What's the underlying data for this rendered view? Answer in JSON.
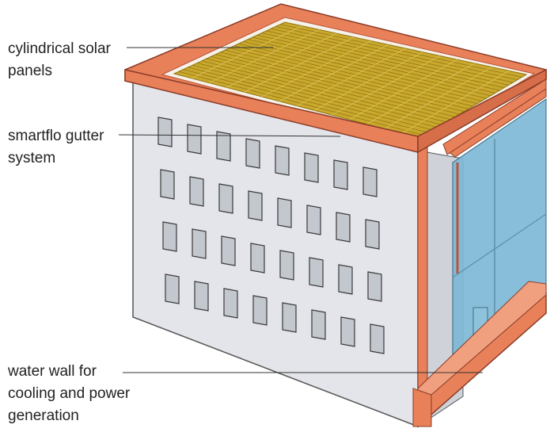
{
  "labels": {
    "solar": {
      "line1": "cylindrical solar",
      "line2": "panels"
    },
    "gutter": {
      "line1": "smartflo gutter",
      "line2": "system"
    },
    "water": {
      "line1": "water wall for",
      "line2": "cooling and power",
      "line3": "generation"
    }
  },
  "colors": {
    "gutter_orange": "#e8805a",
    "gutter_edge": "#b9553a",
    "wall_grey": "#e4e5ea",
    "window": "#c3c7ce",
    "panel_gold": "#c9a82c",
    "water_blue": "#7eb9d6"
  }
}
